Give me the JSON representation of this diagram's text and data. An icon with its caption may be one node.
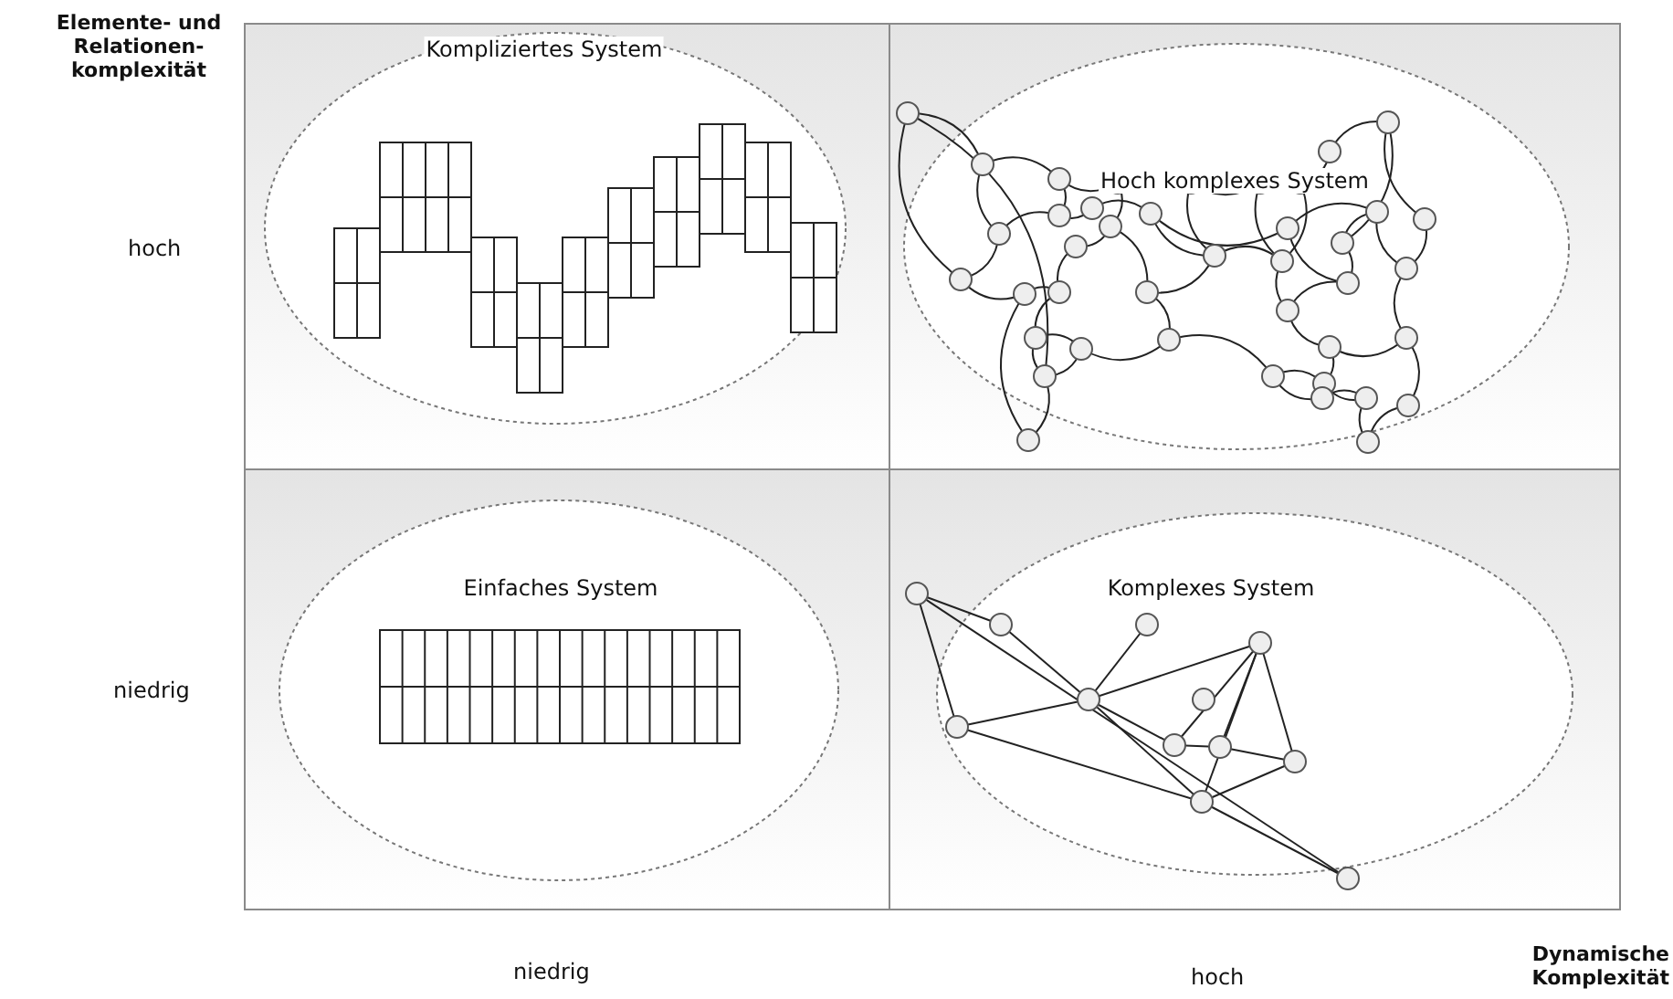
{
  "diagram": {
    "nodes": [
      {
        "text": [
          "Kompliziertes System"
        ]
      },
      {
        "text": [
          "Hoch komplexes System"
        ]
      },
      {
        "text": [
          "Einfaches System"
        ]
      },
      {
        "text": [
          "Komplexes System"
        ]
      }
    ],
    "labels": [
      "Elemente- und Relationen- komplexität",
      "hoch",
      "niedrig",
      "niedrig",
      "hoch",
      "Dynamische Komplexität"
    ]
  }
}
